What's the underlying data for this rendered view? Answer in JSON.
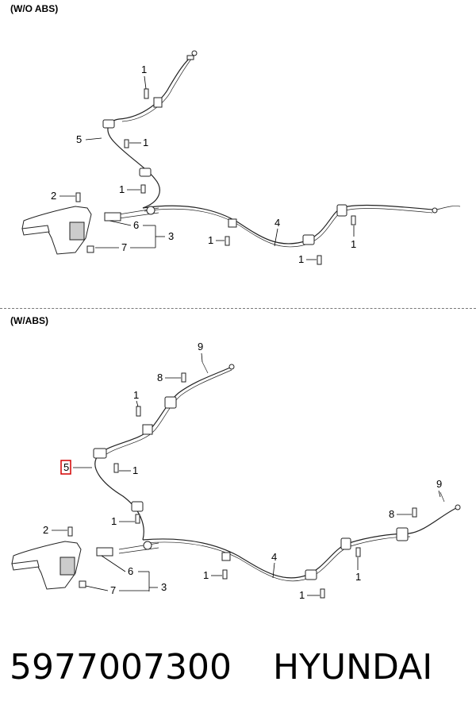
{
  "sections": {
    "wo_abs": "(W/O ABS)",
    "w_abs": "(W/ABS)"
  },
  "callouts_top": {
    "c1a": "1",
    "c5": "5",
    "c1b": "1",
    "c1c": "1",
    "c2": "2",
    "c6": "6",
    "c3": "3",
    "c7": "7",
    "c1d": "1",
    "c4": "4",
    "c1e": "1",
    "c1f": "1"
  },
  "callouts_bottom": {
    "c9a": "9",
    "c8a": "8",
    "c1a": "1",
    "c5": "5",
    "c1b": "1",
    "c9b": "9",
    "c8b": "8",
    "c1c": "1",
    "c2": "2",
    "c6": "6",
    "c1d": "1",
    "c4": "4",
    "c1e": "1",
    "c7": "7",
    "c3": "3",
    "c1f": "1"
  },
  "footer": {
    "part_number": "5977007300",
    "brand": "HYUNDAI"
  },
  "colors": {
    "highlight": "#d40000"
  }
}
